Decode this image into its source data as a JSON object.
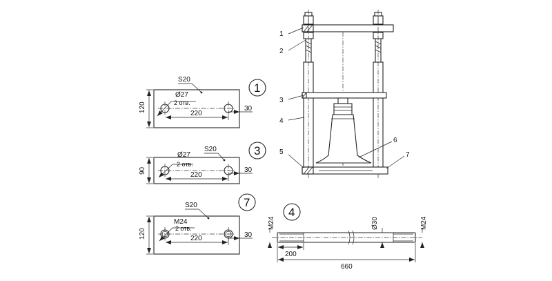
{
  "part1": {
    "number": "1",
    "thickness": "S20",
    "hole_diameter": "Ø27",
    "hole_count": "2 отв.",
    "height_dim": "120",
    "hole_spacing": "220",
    "edge_offset": "30"
  },
  "part3": {
    "number": "3",
    "thickness": "S20",
    "hole_diameter": "Ø27",
    "hole_count": "2 отв.",
    "height_dim": "90",
    "hole_spacing": "220",
    "edge_offset": "30"
  },
  "part7": {
    "number": "7",
    "thickness": "S20",
    "thread": "M24",
    "hole_count": "2 отв.",
    "height_dim": "120",
    "hole_spacing": "220",
    "edge_offset": "30"
  },
  "part4": {
    "number": "4",
    "thread_left": "M24",
    "diameter": "Ø30",
    "thread_right": "M24",
    "thread_length": "200",
    "total_length": "660"
  },
  "assembly": {
    "leader_labels": [
      "1",
      "2",
      "3",
      "4",
      "5",
      "6",
      "7"
    ]
  }
}
